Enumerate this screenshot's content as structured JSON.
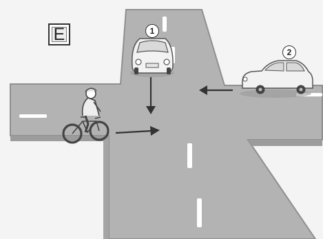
{
  "scenario_label": "E",
  "vehicles": [
    {
      "id": "car-1",
      "badge": "1",
      "direction": "southbound"
    },
    {
      "id": "car-2",
      "badge": "2",
      "direction": "westbound"
    },
    {
      "id": "cyclist",
      "direction": "eastbound"
    }
  ],
  "colors": {
    "road": "#b3b3b3",
    "road_edge": "#8f8f8f",
    "lane_marking": "#ffffff",
    "background": "#f4f4f4",
    "arrow": "#333333",
    "vehicle_body": "#f2f2f2"
  }
}
